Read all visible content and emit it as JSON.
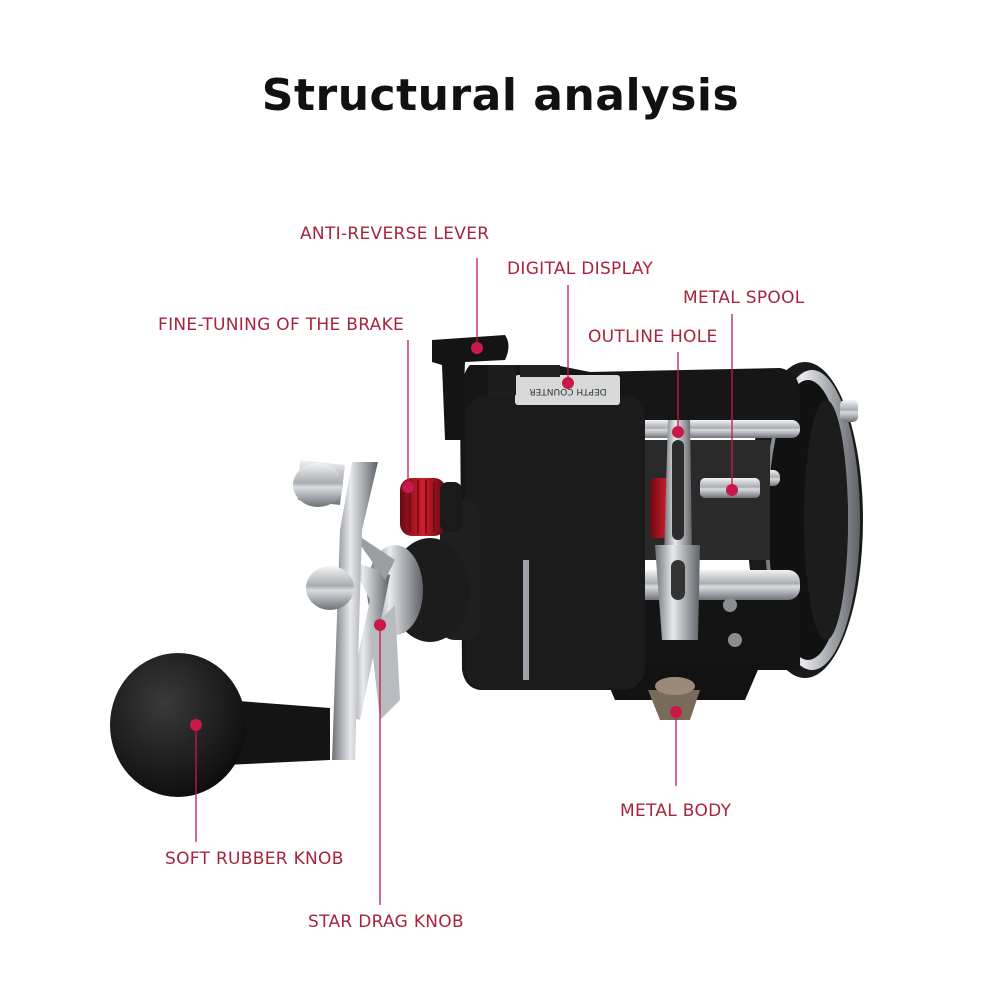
{
  "title": "Structural analysis",
  "counter_text": "DEPTH COUNTER",
  "colors": {
    "label": "#a8243c",
    "dot": "#c9184a",
    "body": "#161616",
    "chrome": "#b9bcc0",
    "red_knob": "#b3121f"
  },
  "labels": {
    "anti_reverse_lever": "ANTI-REVERSE LEVER",
    "digital_display": "DIGITAL DISPLAY",
    "metal_spool": "METAL SPOOL",
    "fine_tuning_brake": "FINE-TUNING OF THE BRAKE",
    "outline_hole": "OUTLINE HOLE",
    "metal_body": "METAL BODY",
    "soft_rubber_knob": "SOFT RUBBER KNOB",
    "star_drag_knob": "STAR DRAG KNOB"
  }
}
